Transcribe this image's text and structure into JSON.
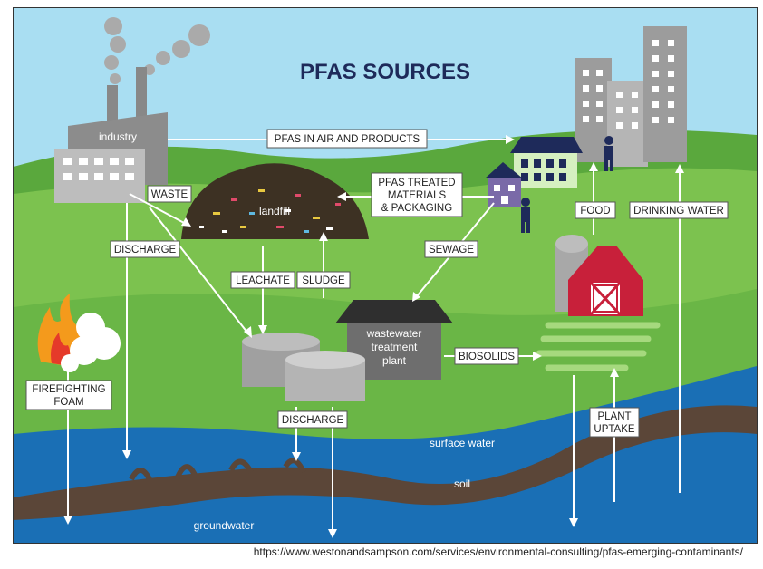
{
  "title": "PFAS SOURCES",
  "labels": {
    "industry": "industry",
    "landfill": "landfill",
    "wastewater_plant": [
      "wastewater",
      "treatment",
      "plant"
    ],
    "surface_water": "surface water",
    "soil": "soil",
    "groundwater": "groundwater"
  },
  "flow_labels": {
    "air_products": "PFAS IN AIR AND PRODUCTS",
    "treated_materials": [
      "PFAS TREATED",
      "MATERIALS",
      "& PACKAGING"
    ],
    "waste": "WASTE",
    "discharge_industry": "DISCHARGE",
    "leachate": "LEACHATE",
    "sludge": "SLUDGE",
    "sewage": "SEWAGE",
    "biosolids": "BIOSOLIDS",
    "food": "FOOD",
    "drinking_water": "DRINKING WATER",
    "firefighting_foam": [
      "FIREFIGHTING",
      "FOAM"
    ],
    "discharge_tanks": "DISCHARGE",
    "plant_uptake": [
      "PLANT",
      "UPTAKE"
    ]
  },
  "source_url": "https://www.westonandsampson.com/services/environmental-consulting/pfas-emerging-contaminants/",
  "colors": {
    "sky": "#a9def2",
    "grass": "#7cc24f",
    "grass_dark": "#5aa83d",
    "water": "#1a6fb5",
    "soil": "#5b4638",
    "building_gray": "#9c9c9c",
    "barn_red": "#c8203a",
    "title": "#1e2a5a"
  }
}
